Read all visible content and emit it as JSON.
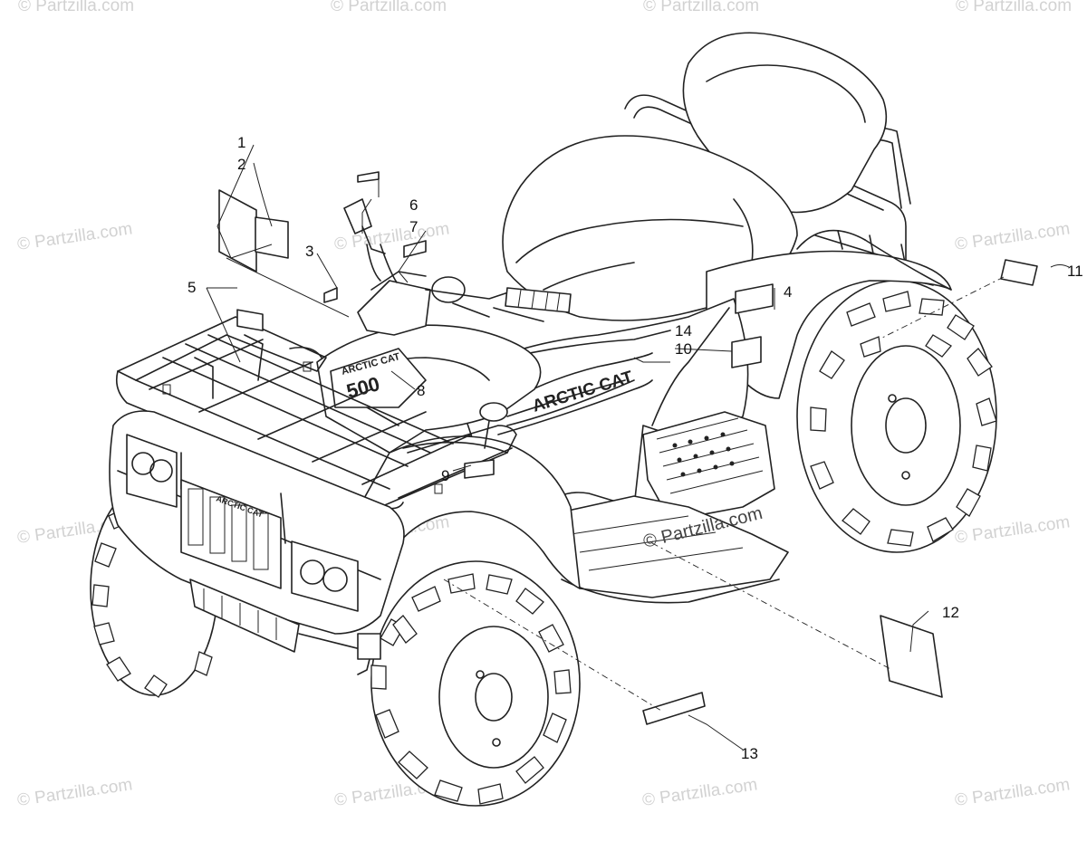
{
  "watermarks": {
    "text": "© Partzilla.com",
    "center_text": "© Partzilla.com"
  },
  "vehicle_markings": {
    "brand_hood": "ARCTIC CAT",
    "model_number": "500",
    "brand_side": "ARCTIC CAT",
    "brand_grille": "ARCTIC CAT"
  },
  "callouts": [
    "1",
    "2",
    "3",
    "4",
    "5",
    "6",
    "7",
    "8",
    "9",
    "10",
    "11",
    "12",
    "13",
    "14"
  ]
}
